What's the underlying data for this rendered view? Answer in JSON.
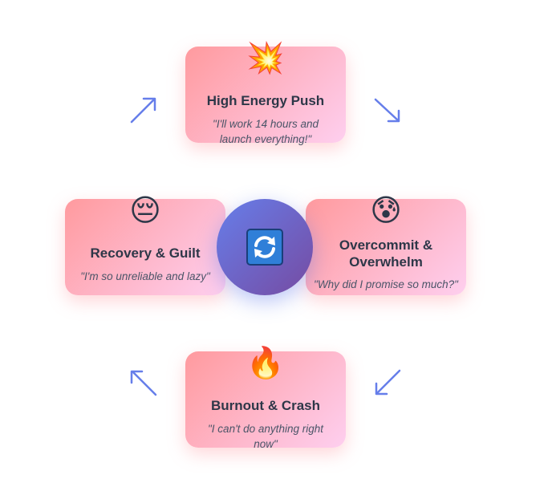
{
  "cycle": {
    "stages": [
      {
        "id": "top",
        "icon": "collision-icon",
        "emoji": "💥",
        "title": "High Energy Push",
        "quote": "\"I'll work 14 hours and launch everything!\""
      },
      {
        "id": "right",
        "icon": "anxious-face-with-sweat-icon",
        "emoji": "😰",
        "title": "Overcommit & Overwhelm",
        "quote": "\"Why did I promise so much?\""
      },
      {
        "id": "bottom",
        "icon": "fire-icon",
        "emoji": "🔥",
        "title": "Burnout & Crash",
        "quote": "\"I can't do anything right now\""
      },
      {
        "id": "left",
        "icon": "pensive-face-icon",
        "emoji": "😔",
        "title": "Recovery & Guilt",
        "quote": "\"I'm so unreliable and lazy\""
      }
    ],
    "center_icon": "cycle-arrows-icon",
    "colors": {
      "card_gradient_start": "#ff9a9e",
      "card_gradient_end": "#fecfef",
      "center_gradient_start": "#667eea",
      "center_gradient_end": "#764ba2",
      "arrow": "#667eea",
      "title_text": "#2d3748",
      "quote_text": "#4a5568"
    }
  }
}
